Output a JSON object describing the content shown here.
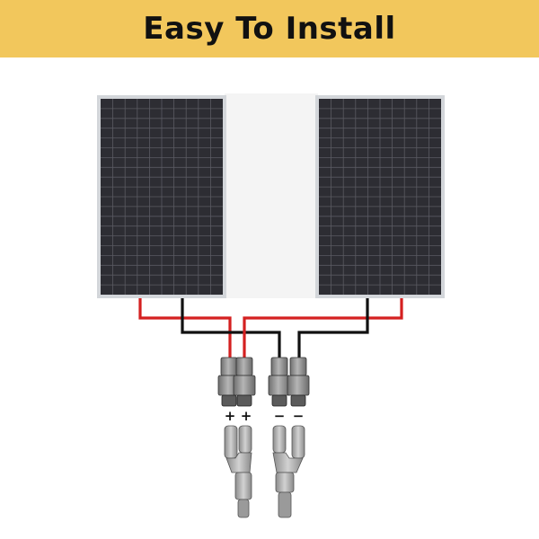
{
  "banner": {
    "title": "Easy To Install",
    "background_color": "#f2c75c"
  },
  "diagram": {
    "panels": [
      {
        "name": "solar panel left",
        "columns": 10,
        "rows": 20
      },
      {
        "name": "solar panel right",
        "columns": 10,
        "rows": 20
      }
    ],
    "polarity_labels": [
      "+",
      "+",
      "−",
      "−"
    ],
    "colors": {
      "positive_wire": "#d42020",
      "negative_wire": "#111111",
      "panel_cells": "#2d2d33",
      "panel_frame": "#c9ccd0",
      "connector_body": "#8a8a8a",
      "branch_connector": "#a9a9a9"
    }
  }
}
